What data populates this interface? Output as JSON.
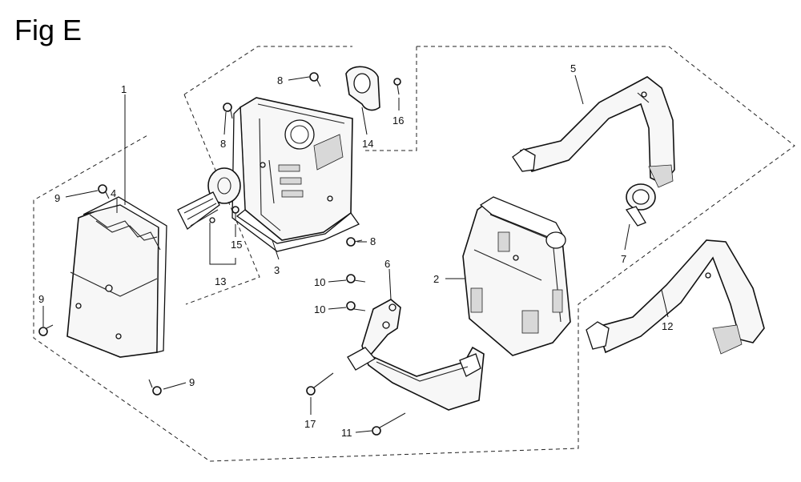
{
  "figure": {
    "title": "Fig E"
  },
  "callouts": {
    "c1": "1",
    "c2": "2",
    "c3": "3",
    "c4": "4",
    "c5": "5",
    "c6": "6",
    "c7": "7",
    "c8a": "8",
    "c8b": "8",
    "c8c": "8",
    "c9a": "9",
    "c9b": "9",
    "c9c": "9",
    "c10a": "10",
    "c10b": "10",
    "c11": "11",
    "c12": "12",
    "c13": "13",
    "c14": "14",
    "c15": "15",
    "c16": "16",
    "c17": "17"
  }
}
